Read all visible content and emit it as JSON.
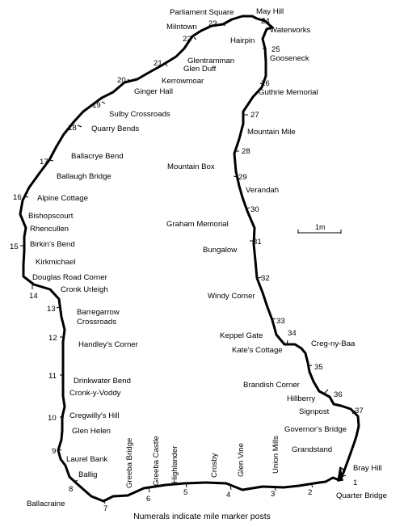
{
  "map": {
    "caption": "Numerals indicate mile marker posts",
    "scale_label": "1m",
    "colors": {
      "road": "#000000",
      "background": "#ffffff",
      "text": "#000000"
    },
    "places": [
      "Parliament Square",
      "May Hill",
      "Milntown",
      "Waterworks",
      "Hairpin",
      "Gooseneck",
      "Glentramman",
      "Glen Duff",
      "Kerrowmoar",
      "Ginger Hall",
      "Guthrie Memorial",
      "Sulby Crossroads",
      "Quarry Bends",
      "Mountain Mile",
      "Ballacrye Bend",
      "Ballaugh Bridge",
      "Mountain Box",
      "Verandah",
      "Alpine Cottage",
      "Bishopscourt",
      "Rhencullen",
      "Graham Memorial",
      "Birkin's Bend",
      "Kirkmichael",
      "Bungalow",
      "Douglas Road Corner",
      "Cronk Urleigh",
      "Windy Corner",
      "Barregarrow",
      "Crossroads",
      "Keppel Gate",
      "Kate's Cottage",
      "Creg-ny-Baa",
      "Handley's Corner",
      "Drinkwater Bend",
      "Cronk-y-Voddy",
      "Brandish Corner",
      "Hillberry",
      "Signpost",
      "Cregwilly's Hill",
      "Governor's Bridge",
      "Glen Helen",
      "Grandstand",
      "Laurel Bank",
      "Ballig",
      "Bray Hill",
      "Quarter Bridge",
      "Ballacraine",
      "Greeba Bridge",
      "Greeba Castle",
      "Highlander",
      "Crosby",
      "Glen Vine",
      "Union Mills"
    ],
    "mile_markers": [
      "1",
      "2",
      "3",
      "4",
      "5",
      "6",
      "7",
      "8",
      "9",
      "10",
      "11",
      "12",
      "13",
      "14",
      "15",
      "16",
      "17",
      "18",
      "19",
      "20",
      "21",
      "22",
      "23",
      "24",
      "25",
      "26",
      "27",
      "28",
      "29",
      "30",
      "31",
      "32",
      "33",
      "34",
      "35",
      "36",
      "37"
    ]
  }
}
